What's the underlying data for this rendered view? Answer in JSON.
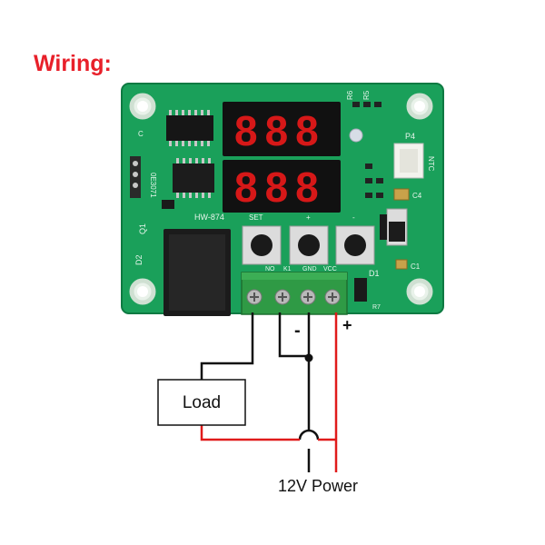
{
  "title": "Wiring:",
  "board": {
    "model_label": "HW-874",
    "button_labels": [
      "SET",
      "+",
      "-"
    ],
    "terminal_labels": [
      "NO",
      "K1",
      "GND",
      "VCC"
    ],
    "component_labels": {
      "P4": "P4",
      "NTC": "NTC",
      "C4": "C4",
      "C1": "C1",
      "D1": "D1",
      "D2": "D2",
      "Q1": "Q1",
      "R7": "R7",
      "R6": "R6",
      "R5": "R5",
      "C": "C",
      "chip": "0E3071"
    },
    "colors": {
      "pcb": "#1aa05a",
      "pcb_dark": "#0e7a42",
      "display": "#111111",
      "segment": "#e11a1a",
      "relay": "#1b1b1b",
      "terminal": "#2f9a45"
    }
  },
  "wiring": {
    "load_label": "Load",
    "power_label": "12V Power",
    "minus_label": "-",
    "plus_label": "+",
    "colors": {
      "negative": "#111111",
      "positive": "#e01b1b"
    }
  }
}
